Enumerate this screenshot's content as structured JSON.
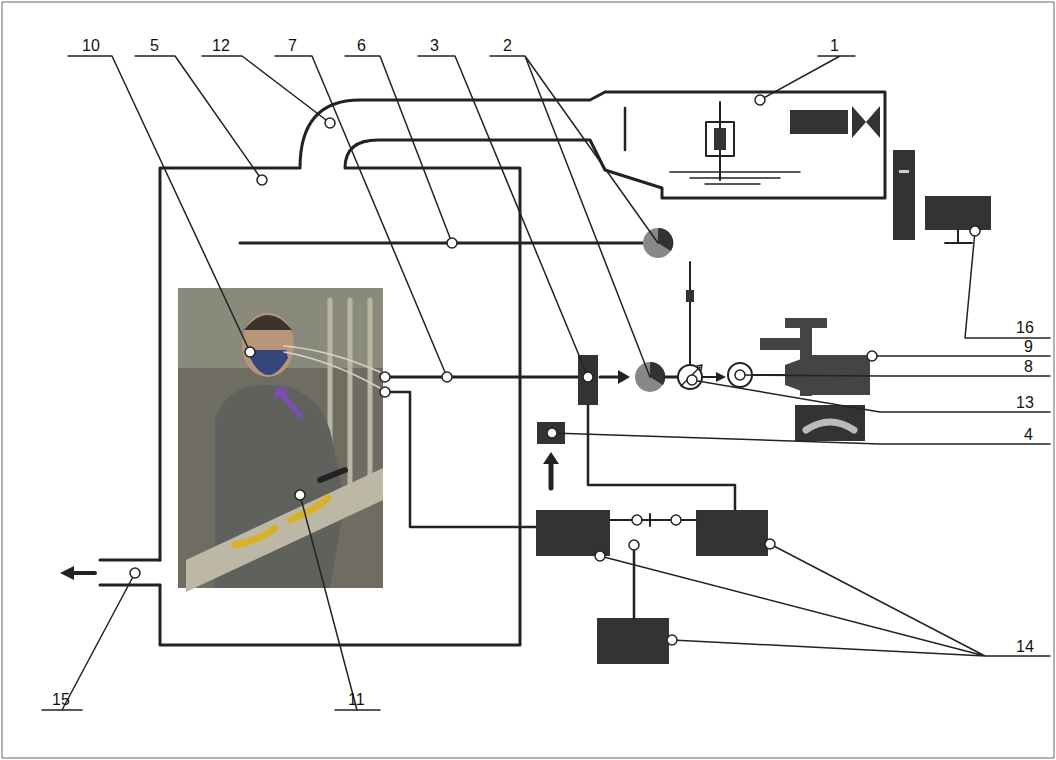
{
  "diagram": {
    "labels": [
      "10",
      "5",
      "12",
      "7",
      "6",
      "3",
      "2",
      "1",
      "16",
      "9",
      "8",
      "13",
      "4",
      "14",
      "15",
      "11"
    ]
  }
}
